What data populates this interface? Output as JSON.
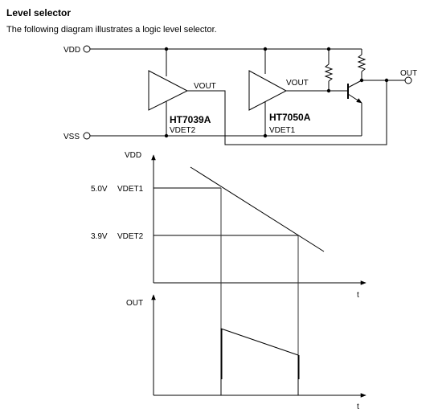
{
  "heading": "Level selector",
  "intro": "The following diagram illustrates a logic level selector.",
  "circuit": {
    "vdd_label": "VDD",
    "vss_label": "VSS",
    "out_label": "OUT",
    "ic1_name": "HT7039A",
    "ic1_vout": "VOUT",
    "ic1_vdet": "VDET2",
    "ic2_name": "HT7050A",
    "ic2_vout": "VOUT",
    "ic2_vdet": "VDET1"
  },
  "chart_data": [
    {
      "type": "line",
      "ylabel": "VDD",
      "xlabel": "t",
      "levels": [
        {
          "value_label": "5.0V",
          "name": "VDET1",
          "value": 5.0
        },
        {
          "value_label": "3.9V",
          "name": "VDET2",
          "value": 3.9
        }
      ]
    },
    {
      "type": "line",
      "ylabel": "OUT",
      "xlabel": "t"
    }
  ]
}
